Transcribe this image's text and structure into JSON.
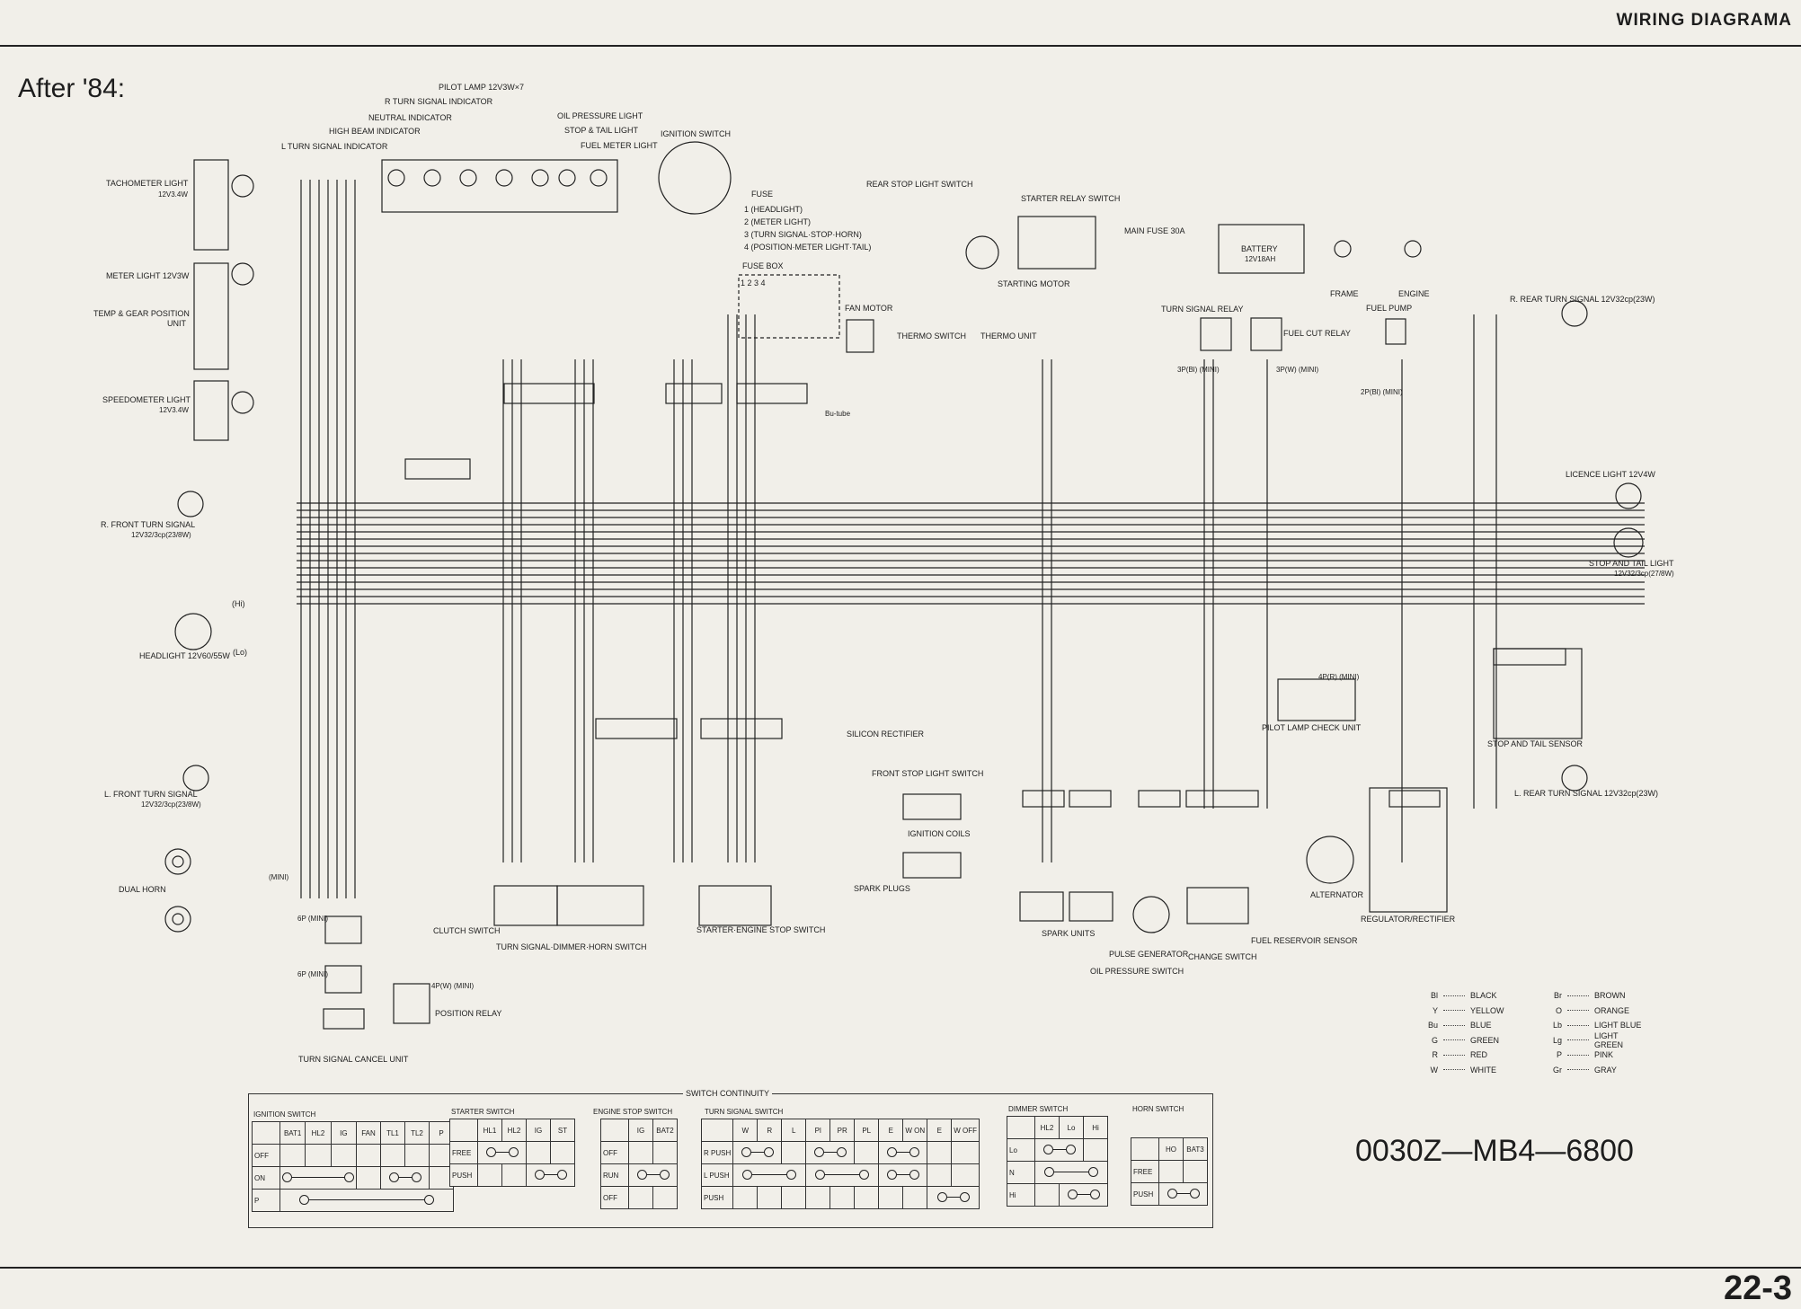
{
  "header": {
    "title": "WIRING DIAGRAMA",
    "page_number": "22-3"
  },
  "section_title": "After '84:",
  "part_number": "0030Z—MB4—6800",
  "indicators": [
    "PILOT LAMP 12V3W×7",
    "R TURN SIGNAL INDICATOR",
    "NEUTRAL INDICATOR",
    "HIGH BEAM INDICATOR",
    "L TURN SIGNAL INDICATOR",
    "OIL PRESSURE LIGHT",
    "STOP & TAIL LIGHT",
    "FUEL METER LIGHT"
  ],
  "fuse": {
    "title": "FUSE",
    "items": [
      "1 (HEADLIGHT)",
      "2 (METER LIGHT)",
      "3 (TURN SIGNAL·STOP·HORN)",
      "4 (POSITION·METER LIGHT·TAIL)"
    ],
    "box": "FUSE BOX",
    "box_numbers": "1 2 3 4"
  },
  "labels": {
    "tachometer": "TACHOMETER LIGHT",
    "tachometer_spec": "12V3.4W",
    "unit": "UNIT",
    "meter_light": "METER LIGHT 12V3W",
    "temp_gear": "TEMP & GEAR POSITION",
    "temp_gear_unit": "UNIT",
    "speedometer": "SPEEDOMETER LIGHT",
    "speedometer_spec": "12V3.4W",
    "r_front_turn": "R. FRONT TURN SIGNAL",
    "r_front_turn_spec": "12V32/3cp(23/8W)",
    "headlight": "HEADLIGHT 12V60/55W",
    "hi": "(Hi)",
    "lo": "(Lo)",
    "l_front_turn": "L. FRONT TURN SIGNAL",
    "l_front_turn_spec": "12V32/3cp(23/8W)",
    "dual_horn": "DUAL HORN",
    "turn_cancel": "TURN SIGNAL CANCEL UNIT",
    "position_relay": "POSITION RELAY",
    "clutch_switch": "CLUTCH SWITCH",
    "turn_dimmer_horn": "TURN SIGNAL·DIMMER·HORN SWITCH",
    "starter_engine_stop": "STARTER·ENGINE STOP SWITCH",
    "ignition_switch": "IGNITION SWITCH",
    "rear_stop_switch": "REAR STOP LIGHT SWITCH",
    "fan_motor": "FAN MOTOR",
    "thermo_switch": "THERMO SWITCH",
    "thermo_unit": "THERMO UNIT",
    "starter_relay": "STARTER RELAY SWITCH",
    "starting_motor": "STARTING MOTOR",
    "main_fuse": "MAIN FUSE 30A",
    "battery": "BATTERY",
    "battery_spec": "12V18AH",
    "frame": "FRAME",
    "engine": "ENGINE",
    "fuel_pump": "FUEL PUMP",
    "turn_relay": "TURN SIGNAL RELAY",
    "fuel_cut_relay": "FUEL CUT RELAY",
    "r_rear_turn": "R. REAR TURN SIGNAL 12V32cp(23W)",
    "licence_light": "LICENCE LIGHT 12V4W",
    "stop_tail": "STOP AND TAIL LIGHT",
    "stop_tail_spec": "12V32/3cp(27/8W)",
    "stop_tail_sensor": "STOP AND TAIL SENSOR",
    "l_rear_turn": "L. REAR TURN SIGNAL 12V32cp(23W)",
    "pilot_check": "PILOT LAMP CHECK UNIT",
    "silicon_rectifier": "SILICON RECTIFIER",
    "front_stop_switch": "FRONT STOP LIGHT SWITCH",
    "ignition_coils": "IGNITION COILS",
    "spark_plugs": "SPARK PLUGS",
    "spark_units": "SPARK UNITS",
    "pulse_generator": "PULSE GENERATOR",
    "change_switch": "CHANGE SWITCH",
    "oil_pressure_switch": "OIL PRESSURE SWITCH",
    "fuel_reservoir": "FUEL RESERVOIR SENSOR",
    "alternator": "ALTERNATOR",
    "regulator": "REGULATOR/RECTIFIER",
    "mini": "(MINI)",
    "sixp_mini": "6P (MINI)",
    "fourp_w_mini": "4P(W) (MINI)",
    "fourp_r_mini": "4P(R) (MINI)",
    "threep_bl_mini": "3P(Bl) (MINI)",
    "threep_w_mini": "3P(W) (MINI)",
    "twop_bl_mini": "2P(Bl) (MINI)",
    "bu_tube": "Bu-tube"
  },
  "color_legend": [
    {
      "code": "Bl",
      "name": "BLACK",
      "code2": "Br",
      "name2": "BROWN"
    },
    {
      "code": "Y",
      "name": "YELLOW",
      "code2": "O",
      "name2": "ORANGE"
    },
    {
      "code": "Bu",
      "name": "BLUE",
      "code2": "Lb",
      "name2": "LIGHT BLUE"
    },
    {
      "code": "G",
      "name": "GREEN",
      "code2": "Lg",
      "name2": "LIGHT GREEN"
    },
    {
      "code": "R",
      "name": "RED",
      "code2": "P",
      "name2": "PINK"
    },
    {
      "code": "W",
      "name": "WHITE",
      "code2": "Gr",
      "name2": "GRAY"
    }
  ],
  "switch_continuity": {
    "title": "SWITCH CONTINUITY",
    "ignition": {
      "name": "IGNITION SWITCH",
      "cols": [
        "",
        "BAT1",
        "HL2",
        "IG",
        "FAN",
        "TL1",
        "TL2",
        "P"
      ],
      "rows": [
        "OFF",
        "ON",
        "P"
      ]
    },
    "starter": {
      "name": "STARTER SWITCH",
      "cols": [
        "",
        "HL1",
        "HL2",
        "IG",
        "ST"
      ],
      "rows": [
        "FREE",
        "PUSH"
      ]
    },
    "engine_stop": {
      "name": "ENGINE STOP SWITCH",
      "cols": [
        "",
        "IG",
        "BAT2"
      ],
      "rows": [
        "OFF",
        "RUN",
        "OFF"
      ]
    },
    "turn": {
      "name": "TURN SIGNAL SWITCH",
      "cols": [
        "",
        "W",
        "R",
        "L",
        "Pl",
        "PR",
        "PL",
        "E",
        "W ON",
        "E",
        "W OFF"
      ],
      "rows": [
        "R PUSH",
        "L PUSH",
        "PUSH"
      ]
    },
    "dimmer": {
      "name": "DIMMER SWITCH",
      "cols": [
        "",
        "HL2",
        "Lo",
        "Hi"
      ],
      "rows": [
        "Lo",
        "N",
        "Hi"
      ]
    },
    "horn": {
      "name": "HORN SWITCH",
      "cols": [
        "",
        "HO",
        "BAT3"
      ],
      "rows": [
        "FREE",
        "PUSH"
      ]
    }
  }
}
